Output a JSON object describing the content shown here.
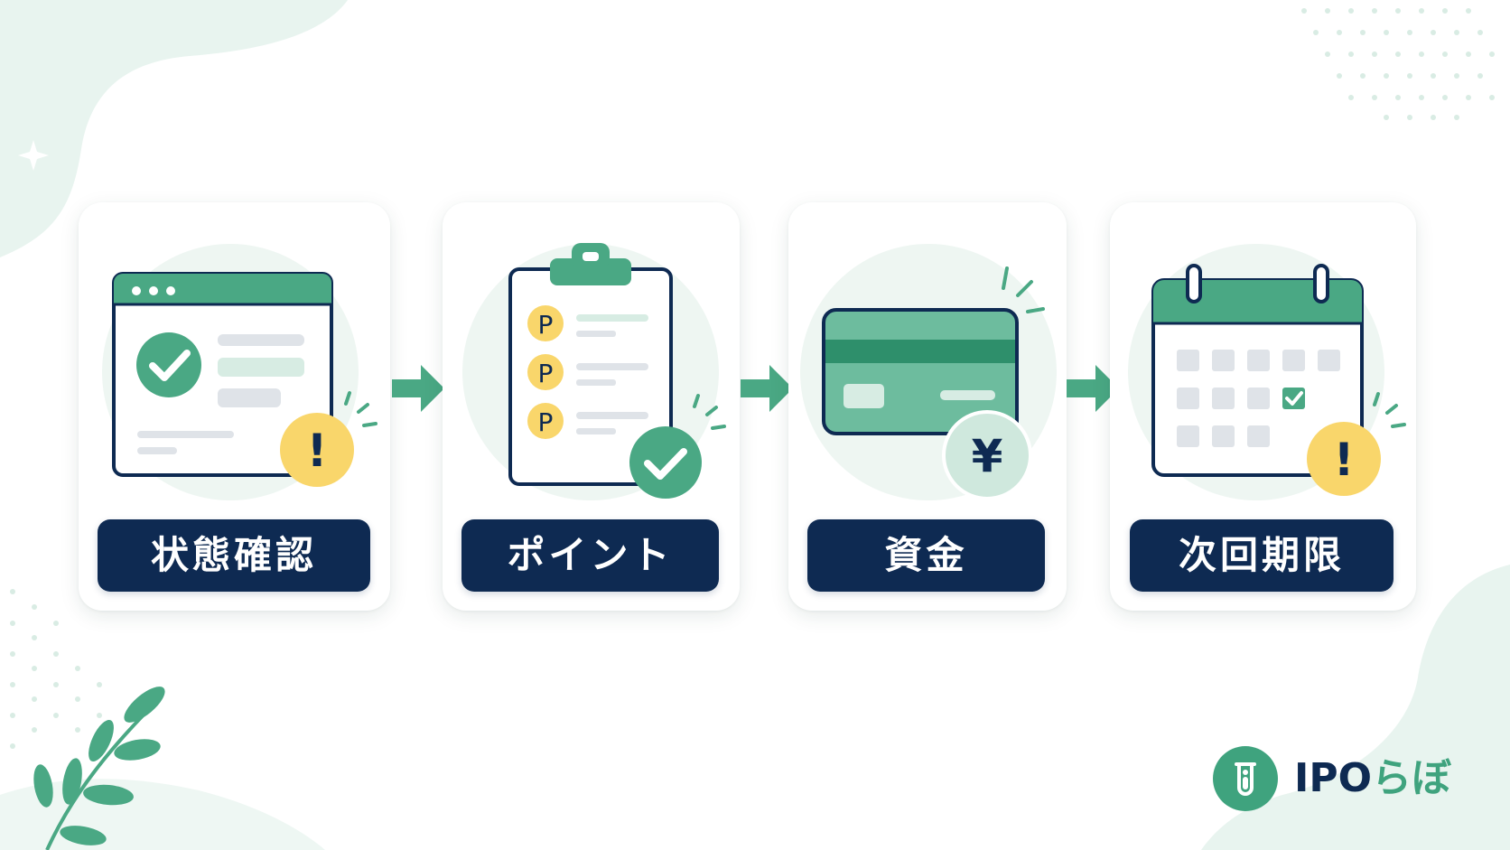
{
  "steps": [
    {
      "label": "状態確認",
      "icon": "browser-window-check-icon",
      "badge": "alert-badge-icon"
    },
    {
      "label": "ポイント",
      "icon": "clipboard-points-icon",
      "badge": "check-badge-icon"
    },
    {
      "label": "資金",
      "icon": "credit-card-icon",
      "badge": "yen-badge-icon"
    },
    {
      "label": "次回期限",
      "icon": "calendar-icon",
      "badge": "alert-badge-icon"
    }
  ],
  "icons": {
    "points": [
      "P",
      "P",
      "P"
    ],
    "yen": "¥",
    "alert": "!"
  },
  "logo": {
    "main": "IPO",
    "accent": "らぼ"
  },
  "colors": {
    "green": "#3fa37e",
    "green_light": "#6dbc9e",
    "mint_bg": "#e8f4ef",
    "navy": "#0e2a52",
    "yellow": "#f9d66b",
    "gray": "#dfe3e8"
  }
}
